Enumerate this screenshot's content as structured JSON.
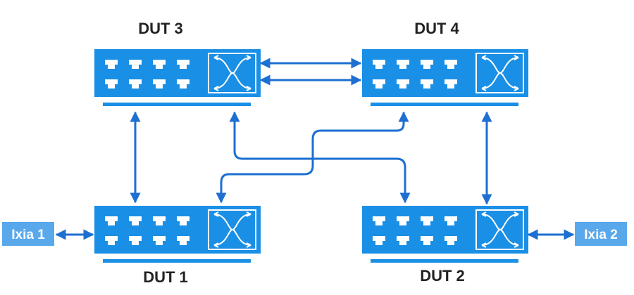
{
  "colors": {
    "switch": "#1a8fe6",
    "link": "#1d6fd1",
    "ixia_box": "#5aa8ec",
    "label": "#222222"
  },
  "devices": [
    {
      "id": "dut3",
      "label": "DUT 3",
      "icon": "network-switch-icon"
    },
    {
      "id": "dut4",
      "label": "DUT 4",
      "icon": "network-switch-icon"
    },
    {
      "id": "dut1",
      "label": "DUT 1",
      "icon": "network-switch-icon"
    },
    {
      "id": "dut2",
      "label": "DUT 2",
      "icon": "network-switch-icon"
    }
  ],
  "testers": [
    {
      "id": "ixia1",
      "label": "Ixia 1"
    },
    {
      "id": "ixia2",
      "label": "Ixia 2"
    }
  ],
  "links": [
    {
      "from": "DUT 3",
      "to": "DUT 4",
      "count": 2
    },
    {
      "from": "DUT 3",
      "to": "DUT 1"
    },
    {
      "from": "DUT 3",
      "to": "DUT 2"
    },
    {
      "from": "DUT 4",
      "to": "DUT 1"
    },
    {
      "from": "DUT 4",
      "to": "DUT 2"
    },
    {
      "from": "Ixia 1",
      "to": "DUT 1"
    },
    {
      "from": "Ixia 2",
      "to": "DUT 2"
    }
  ]
}
